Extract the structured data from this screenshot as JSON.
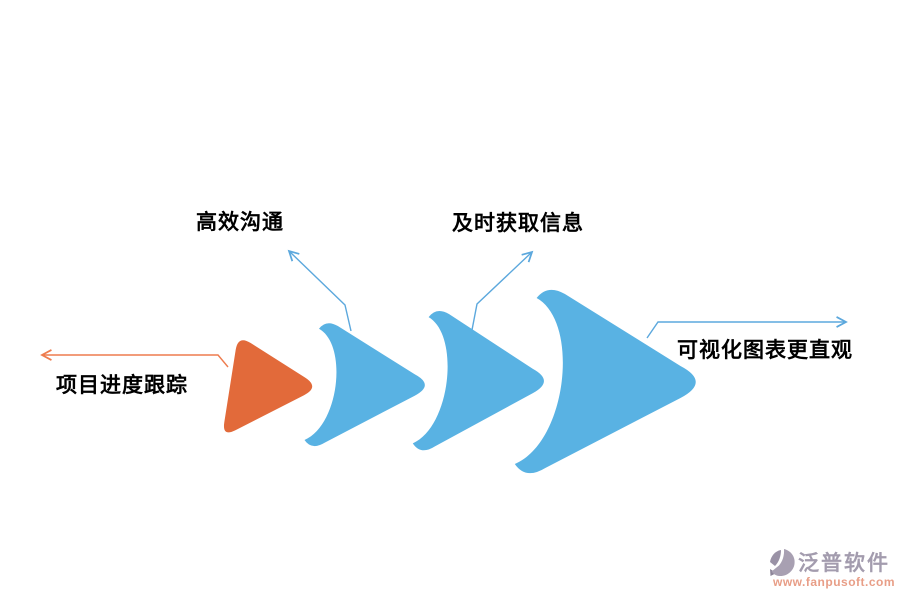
{
  "diagram": {
    "labels": [
      {
        "id": "progress",
        "text": "项目进度跟踪"
      },
      {
        "id": "communication",
        "text": "高效沟通"
      },
      {
        "id": "info",
        "text": "及时获取信息"
      },
      {
        "id": "visual",
        "text": "可视化图表更直观"
      }
    ],
    "shapes": [
      {
        "id": "step-1",
        "type": "rounded-triangle",
        "color_key": "shape_orange"
      },
      {
        "id": "step-2",
        "type": "chevron",
        "color_key": "shape_blue"
      },
      {
        "id": "step-3",
        "type": "chevron",
        "color_key": "shape_blue"
      },
      {
        "id": "step-4",
        "type": "chevron",
        "color_key": "shape_blue"
      }
    ]
  },
  "watermark": {
    "brand": "泛普软件",
    "url": "www.fanpusoft.com"
  },
  "colors": {
    "shape_orange": "#E26A3A",
    "shape_blue": "#59B2E3",
    "line_orange": "#EE7C4E",
    "line_blue": "#5CA8DD",
    "label_text": "#000000",
    "brand_text": "#A39CAE",
    "url_text": "#E89E87",
    "logo_light": "#A8A0B2",
    "logo_mid": "#9A92A6",
    "logo_dark": "#8D8599"
  }
}
